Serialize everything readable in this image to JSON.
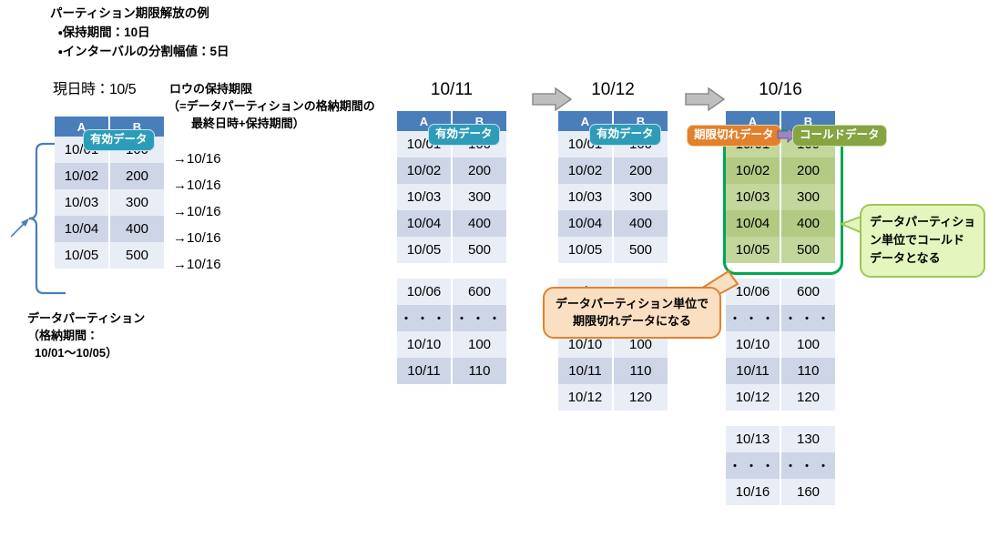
{
  "title": {
    "line1": "パーティション期限解放の例",
    "line2": "・保持期間：10日",
    "line3": "・インターバルの分割幅値：5日"
  },
  "now": {
    "label": "現日時：10/5"
  },
  "retention_note": {
    "line1": "ロウの保持期限",
    "line2": "（=データパーティションの格納期間の",
    "line3": "最終日時+保持期間）"
  },
  "columns": {
    "a": "A",
    "b": "B"
  },
  "badges": {
    "valid": "有効データ",
    "expired": "期限切れデータ",
    "cold": "コールドデータ"
  },
  "expiry_arrows": [
    "→10/16",
    "→10/16",
    "→10/16",
    "→10/16",
    "→10/16"
  ],
  "partition_caption": {
    "line1": "データパーティション",
    "line2": "（格納期間：",
    "line3": "10/01～10/05）"
  },
  "callouts": {
    "orange": {
      "line1": "データパーティション単位で",
      "line2": "期限切れデータになる"
    },
    "green": {
      "line1": "データパーティショ",
      "line2": "ン単位でコールド",
      "line3": "データとなる"
    }
  },
  "tables": [
    {
      "id": "table-now",
      "date_label": "",
      "badge": "valid",
      "groups": [
        {
          "style": "blue",
          "rows": [
            [
              "10/01",
              "100"
            ],
            [
              "10/02",
              "200"
            ],
            [
              "10/03",
              "300"
            ],
            [
              "10/04",
              "400"
            ],
            [
              "10/05",
              "500"
            ]
          ]
        }
      ]
    },
    {
      "id": "table-1011",
      "date_label": "10/11",
      "badge": "valid",
      "groups": [
        {
          "style": "blue",
          "rows": [
            [
              "10/01",
              "100"
            ],
            [
              "10/02",
              "200"
            ],
            [
              "10/03",
              "300"
            ],
            [
              "10/04",
              "400"
            ],
            [
              "10/05",
              "500"
            ]
          ]
        },
        {
          "style": "blue",
          "rows": [
            [
              "10/06",
              "600"
            ],
            [
              "・・・",
              "・・・"
            ],
            [
              "10/10",
              "100"
            ],
            [
              "10/11",
              "110"
            ]
          ]
        }
      ]
    },
    {
      "id": "table-1012",
      "date_label": "10/12",
      "badge": "valid",
      "groups": [
        {
          "style": "blue",
          "rows": [
            [
              "10/01",
              "100"
            ],
            [
              "10/02",
              "200"
            ],
            [
              "10/03",
              "300"
            ],
            [
              "10/04",
              "400"
            ],
            [
              "10/05",
              "500"
            ]
          ]
        },
        {
          "style": "blue",
          "rows": [
            [
              "10/06",
              "600"
            ],
            [
              "・・・",
              "・・・"
            ],
            [
              "10/10",
              "100"
            ],
            [
              "10/11",
              "110"
            ],
            [
              "10/12",
              "120"
            ]
          ]
        }
      ]
    },
    {
      "id": "table-1016",
      "date_label": "10/16",
      "badge": "expired-cold",
      "groups": [
        {
          "style": "green",
          "rows": [
            [
              "10/01",
              "100"
            ],
            [
              "10/02",
              "200"
            ],
            [
              "10/03",
              "300"
            ],
            [
              "10/04",
              "400"
            ],
            [
              "10/05",
              "500"
            ]
          ]
        },
        {
          "style": "blue",
          "rows": [
            [
              "10/06",
              "600"
            ],
            [
              "・・・",
              "・・・"
            ],
            [
              "10/10",
              "100"
            ],
            [
              "10/11",
              "110"
            ],
            [
              "10/12",
              "120"
            ]
          ]
        },
        {
          "style": "blue",
          "rows": [
            [
              "10/13",
              "130"
            ],
            [
              "・・・",
              "・・・"
            ],
            [
              "10/16",
              "160"
            ]
          ]
        }
      ]
    }
  ],
  "colors": {
    "header_blue": "#4a7ebb",
    "row_light": "#e9edf6",
    "row_dark": "#ced5e7",
    "cold_light": "#c3d69b",
    "cold_dark": "#b2ca84",
    "badge_valid": "#2e9cb8",
    "badge_expired": "#e2812c",
    "badge_cold": "#86a442",
    "cold_frame": "#00a650",
    "brace_blue": "#4a7ebb"
  }
}
